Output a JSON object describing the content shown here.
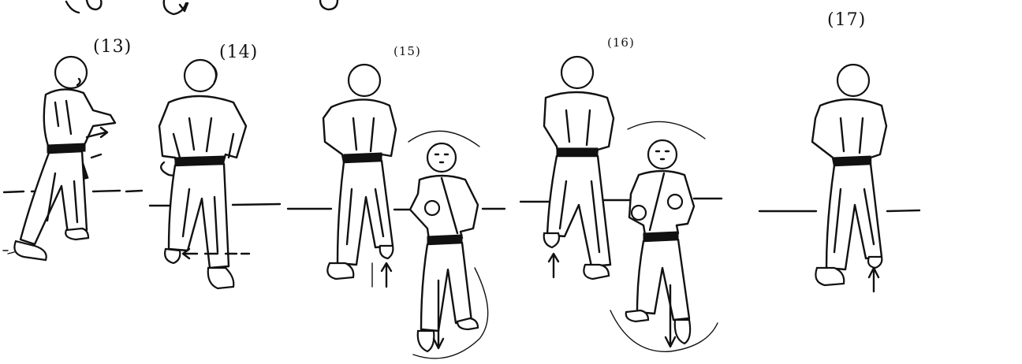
{
  "figures": [
    {
      "id": "13",
      "label": "(13)"
    },
    {
      "id": "14",
      "label": "(14)"
    },
    {
      "id": "15",
      "label": "(15)"
    },
    {
      "id": "16",
      "label": "(16)"
    },
    {
      "id": "17",
      "label": "(17)"
    }
  ],
  "colors": {
    "ink": "#111111",
    "paper": "#ffffff"
  },
  "icons": [
    "karateka-back-view",
    "karateka-front-view",
    "motion-arrow",
    "floor-line",
    "rotation-arc"
  ]
}
